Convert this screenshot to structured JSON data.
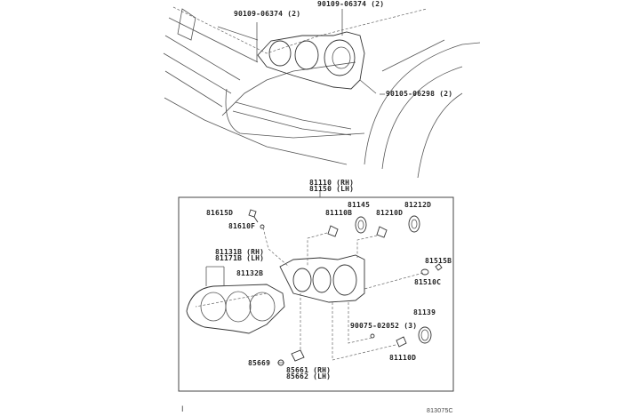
{
  "car_view": {
    "labels": [
      "90109-06374 (2)",
      "90109-06374 (2)",
      "90105-06298 (2)"
    ]
  },
  "assembly": {
    "title_rh": "81110 (RH)",
    "title_lh": "81150 (LH)",
    "parts": {
      "p81615D": "81615D",
      "p81610F": "81610F",
      "p81110B": "81110B",
      "p81145": "81145",
      "p81210D": "81210D",
      "p81212D": "81212D",
      "p81131B": "81131B (RH)",
      "p81171B": "81171B (LH)",
      "p81132B": "81132B",
      "p81515B": "81515B",
      "p81510C": "81510C",
      "p81139": "81139",
      "p90075": "90075-02052 (3)",
      "p81110D": "81110D",
      "p85669": "85669",
      "p85661": "85661 (RH)",
      "p85662": "85662 (LH)"
    }
  },
  "footer": {
    "page_mark": "I",
    "diagram_code": "813075C"
  }
}
